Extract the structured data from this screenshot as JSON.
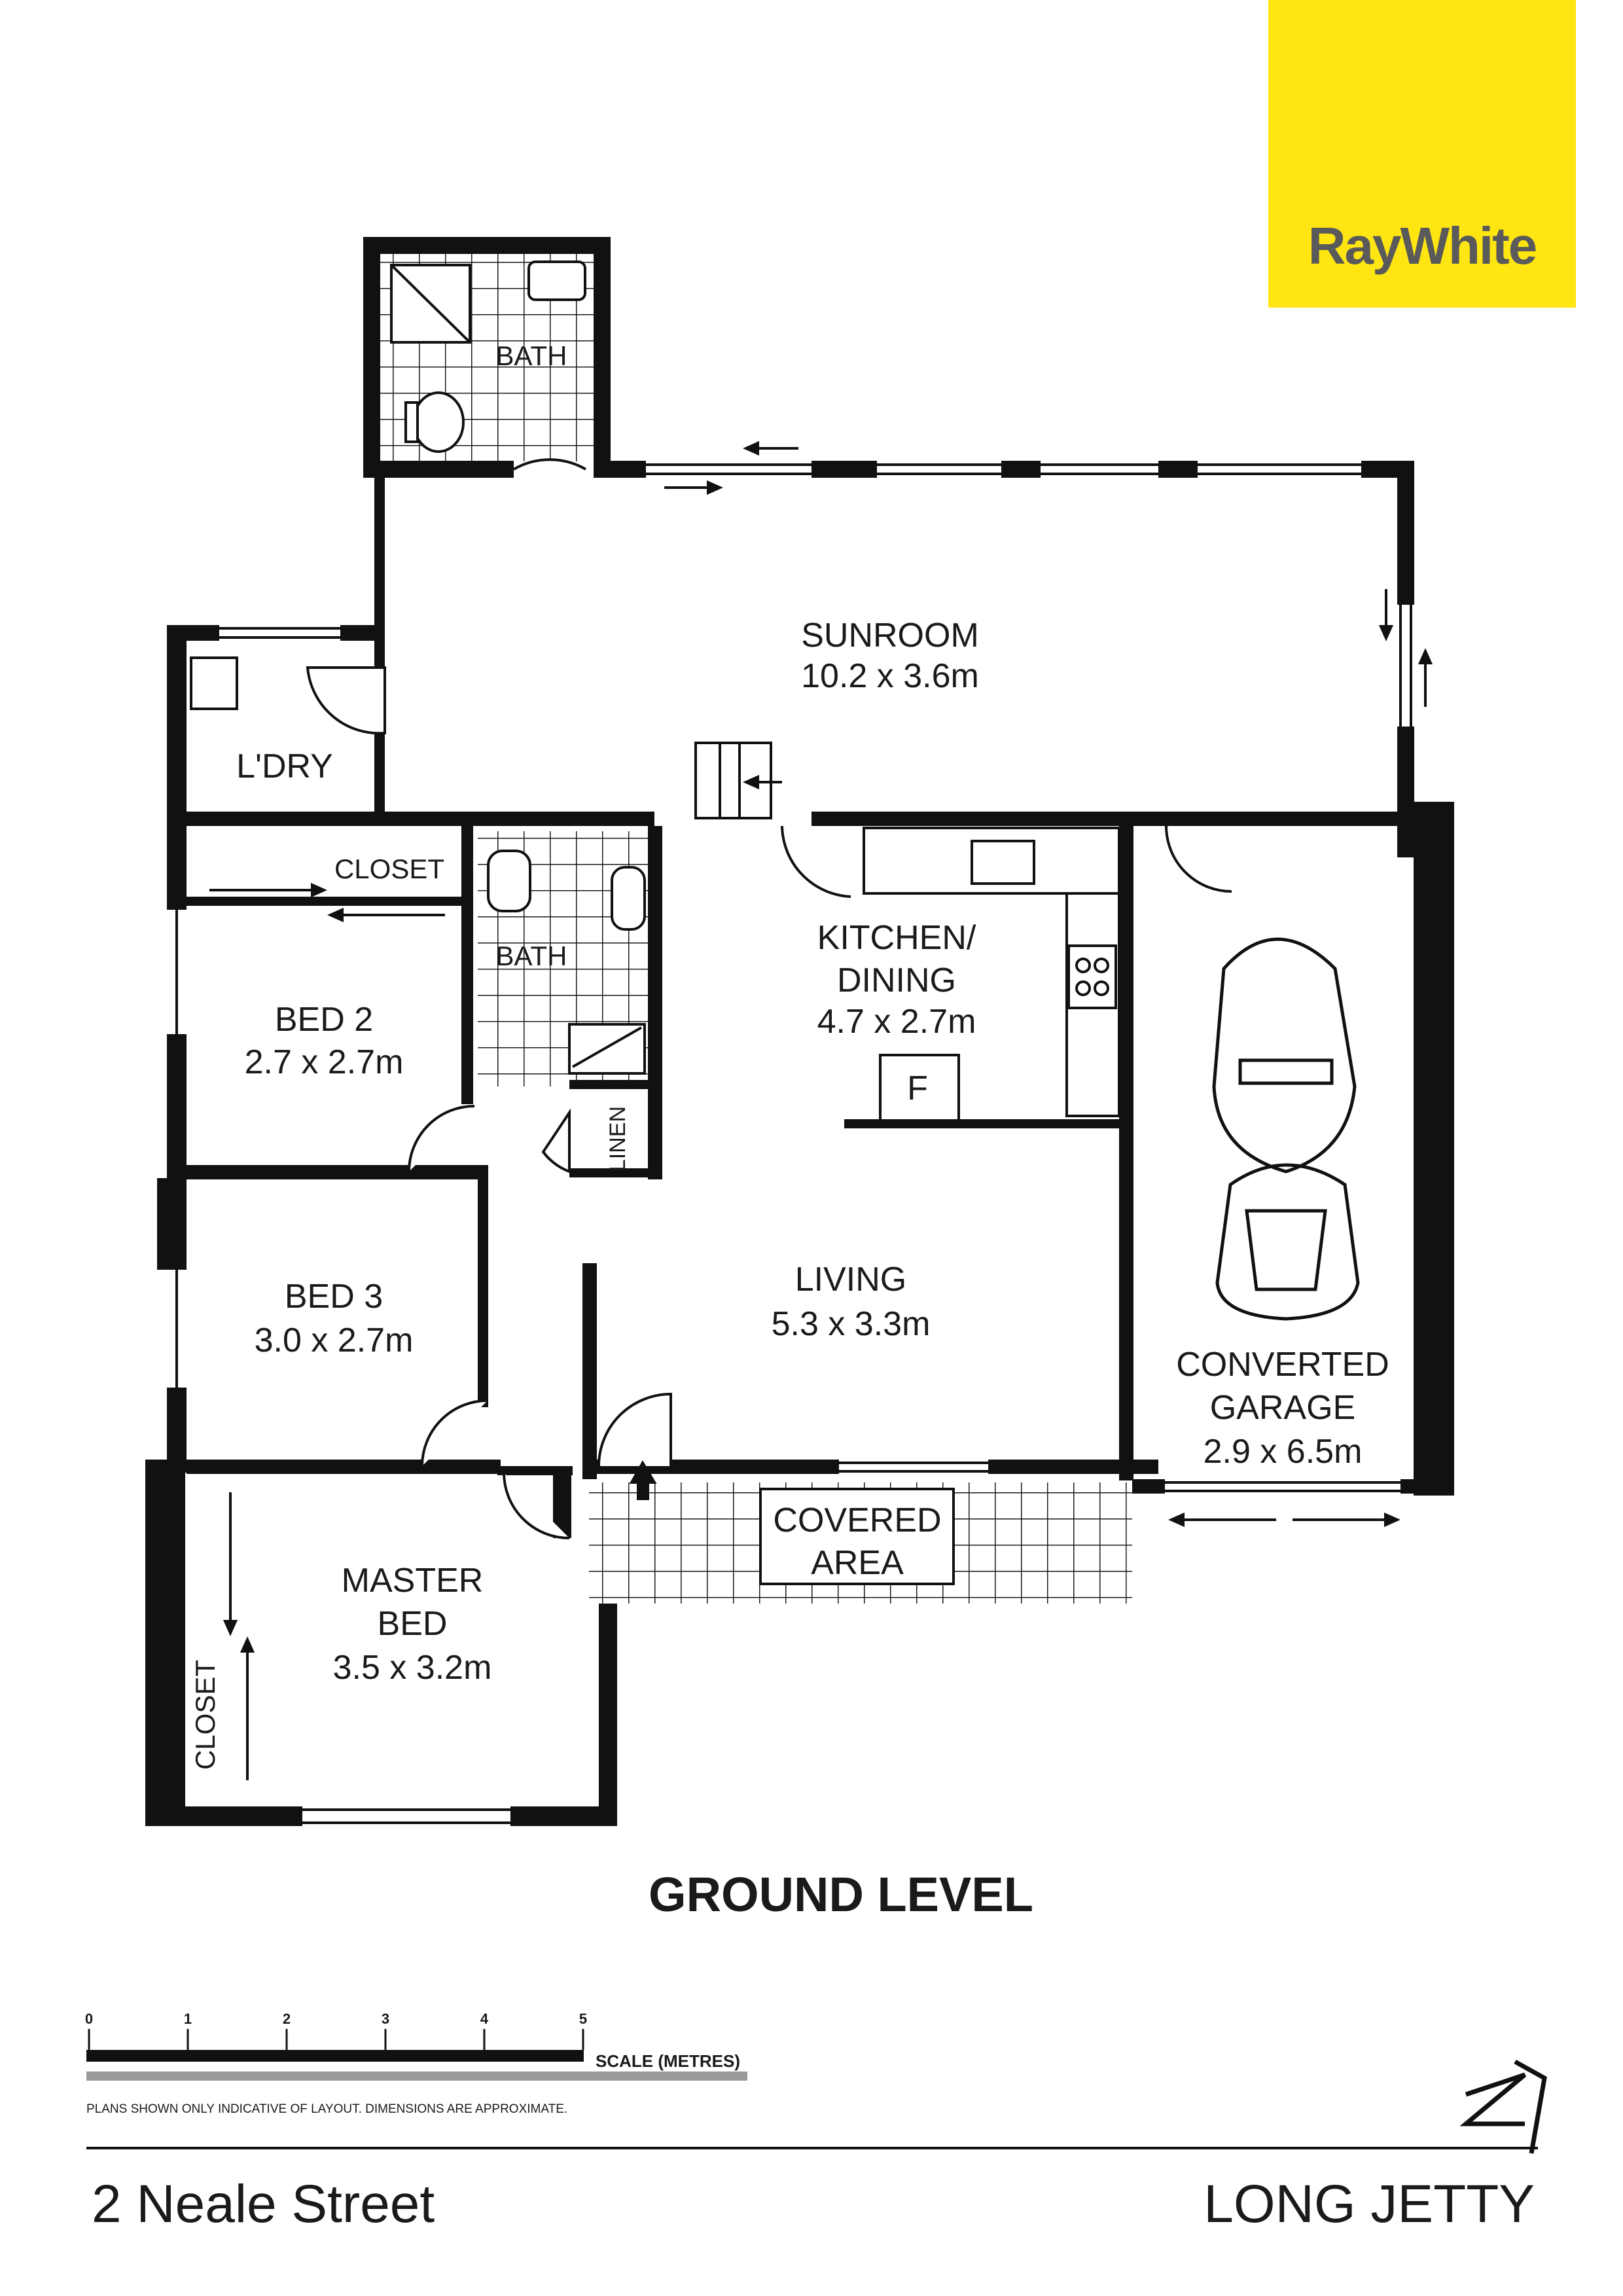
{
  "brand": {
    "logo_text": "RayWhite",
    "logo_bg": "#ffe512",
    "logo_fg": "#5a5a5a"
  },
  "plan": {
    "level_title": "GROUND LEVEL",
    "rooms": {
      "bath_top": "BATH",
      "sunroom_name": "SUNROOM",
      "sunroom_size": "10.2 x 3.6m",
      "laundry": "L'DRY",
      "closet_bed2": "CLOSET",
      "bath_mid": "BATH",
      "kitchen_name_1": "KITCHEN/",
      "kitchen_name_2": "DINING",
      "kitchen_size": "4.7 x 2.7m",
      "fridge": "F",
      "bed2_name": "BED 2",
      "bed2_size": "2.7 x 2.7m",
      "linen": "LINEN",
      "bed3_name": "BED 3",
      "bed3_size": "3.0 x 2.7m",
      "living_name": "LIVING",
      "living_size": "5.3 x 3.3m",
      "garage_name_1": "CONVERTED",
      "garage_name_2": "GARAGE",
      "garage_size": "2.9 x 6.5m",
      "covered_1": "COVERED",
      "covered_2": "AREA",
      "master_name_1": "MASTER",
      "master_name_2": "BED",
      "master_size": "3.5 x 3.2m",
      "closet_master": "CLOSET"
    }
  },
  "scale": {
    "ticks": [
      "0",
      "1",
      "2",
      "3",
      "4",
      "5"
    ],
    "label": "SCALE (METRES)",
    "disclaimer": "PLANS SHOWN ONLY INDICATIVE OF LAYOUT.  DIMENSIONS ARE APPROXIMATE."
  },
  "compass_icon": "north-arrow-icon",
  "footer": {
    "address": "2 Neale Street",
    "suburb": "LONG JETTY"
  }
}
